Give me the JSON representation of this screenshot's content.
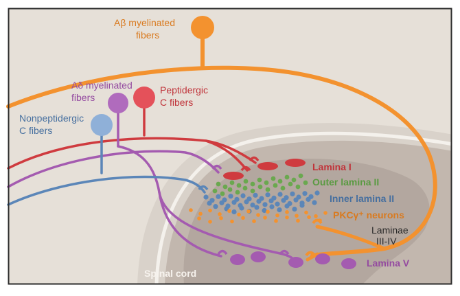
{
  "colors": {
    "background": "#e6e0d8",
    "frame": "#2a2a2a",
    "cord_outer": "#d9d2ca",
    "cord_inner": "#b7aba2",
    "cord_edge": "#f4f1ec",
    "gray_matter": "#b3a79f",
    "abeta": "#f3922f",
    "adelta": "#a45bb0",
    "peptidergic": "#cf3b3f",
    "nonpeptidergic": "#5b86b8",
    "lamina_II_outer": "#6aa84f",
    "lamina_II_inner": "#5b86b8",
    "pkc": "#f3922f",
    "lamina_III_IV_text": "#2a2a2a"
  },
  "fibers": {
    "abeta": {
      "line1": "Aβ myelinated",
      "line2": "fibers"
    },
    "adelta": {
      "line1": "Aδ myelinated",
      "line2": "fibers"
    },
    "peptidergic": {
      "line1": "Peptidergic",
      "line2": "C fibers"
    },
    "nonpeptidergic": {
      "line1": "Nonpeptidergic",
      "line2": "C fibers"
    }
  },
  "laminae": {
    "lamina_I": "Lamina I",
    "outer_lamina_II": "Outer lamina II",
    "inner_lamina_II": "Inner lamina II",
    "pkc_neurons": "PKCγ⁺ neurons",
    "laminae_III_IV_line1": "Laminae",
    "laminae_III_IV_line2": "III-IV",
    "lamina_V": "Lamina V"
  },
  "spinal_cord_label": "Spinal cord"
}
